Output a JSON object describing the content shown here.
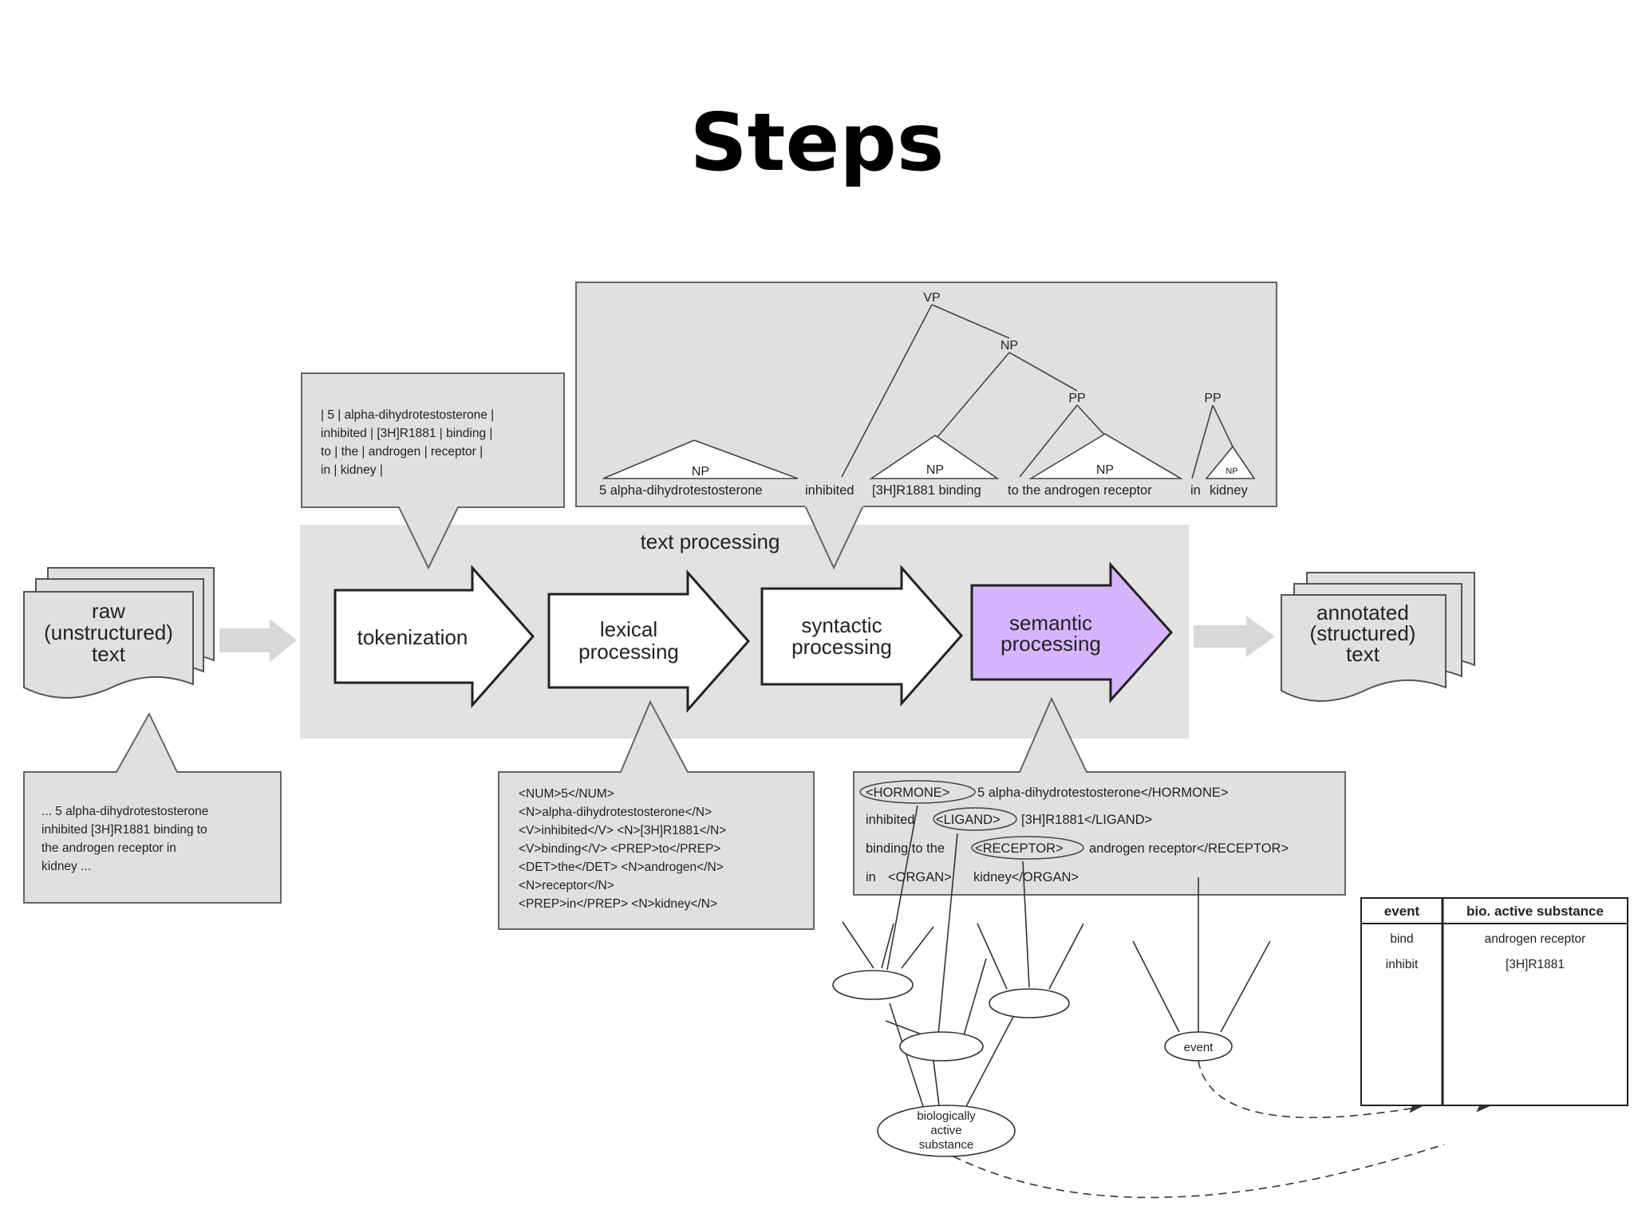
{
  "slide": {
    "title": "Steps"
  },
  "stage_group_label": "text processing",
  "input_doc": {
    "lines": [
      "raw",
      "(unstructured)",
      "text"
    ]
  },
  "output_doc": {
    "lines": [
      "annotated",
      "(structured)",
      "text"
    ]
  },
  "stages": [
    {
      "lines": [
        "tokenization"
      ]
    },
    {
      "lines": [
        "lexical",
        "processing"
      ]
    },
    {
      "lines": [
        "syntactic",
        "processing"
      ]
    },
    {
      "lines": [
        "semantic",
        "processing"
      ],
      "highlight_color": "#d6b4ff"
    }
  ],
  "raw_callout": {
    "lines": [
      "... 5 alpha-dihydrotestosterone",
      "inhibited [3H]R1881 binding to",
      "the androgen receptor in",
      "kidney ..."
    ]
  },
  "token_callout": {
    "lines": [
      "| 5 | alpha-dihydrotestosterone |",
      "inhibited | [3H]R1881 | binding |",
      "to | the | androgen | receptor |",
      "in | kidney |"
    ]
  },
  "lexical_callout": {
    "lines": [
      "<NUM>5</NUM>",
      "<N>alpha-dihydrotestosterone</N>",
      "<V>inhibited</V> <N>[3H]R1881</N>",
      "<V>binding</V> <PREP>to</PREP>",
      "<DET>the</DET> <N>androgen</N>",
      "<N>receptor</N>",
      "<PREP>in</PREP> <N>kidney</N>"
    ]
  },
  "parse_tree": {
    "labels": {
      "vp": "VP",
      "np": "NP",
      "pp": "PP"
    },
    "sentence": {
      "s1": "5 alpha-dihydrotestosterone",
      "s2": "inhibited",
      "s3": "[3H]R1881 binding",
      "s4": "to the androgen receptor",
      "s5": "in",
      "s6": "kidney"
    }
  },
  "semantic_callout": {
    "lines": [
      {
        "tag": "<HORMONE>",
        "rest": "5 alpha-dihydrotestosterone</HORMONE>"
      },
      {
        "pre": "inhibited",
        "tag": "<LIGAND>",
        "rest": "[3H]R1881</LIGAND>"
      },
      {
        "pre": "binding to the",
        "tag": "<RECEPTOR>",
        "rest": "androgen receptor</RECEPTOR>"
      },
      {
        "pre": "in",
        "tag": "<ORGAN>",
        "rest": "kidney</ORGAN>"
      }
    ]
  },
  "ontology": {
    "bio_node": [
      "biologically",
      "active",
      "substance"
    ],
    "event_node": "event"
  },
  "result_table": {
    "headers": [
      "event",
      "bio. active substance"
    ],
    "rows": [
      [
        "bind",
        "androgen receptor"
      ],
      [
        "inhibit",
        "[3H]R1881"
      ]
    ]
  }
}
